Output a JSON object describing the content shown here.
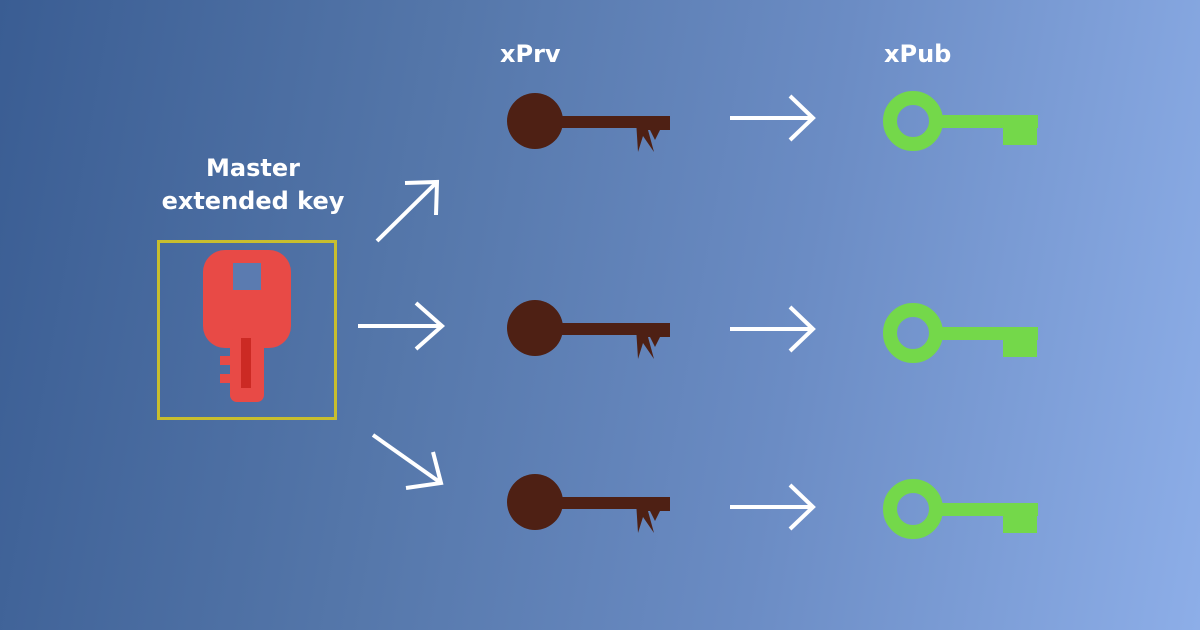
{
  "master": {
    "line1": "Master",
    "line2": "extended key"
  },
  "columns": {
    "xprv": "xPrv",
    "xpub": "xPub"
  },
  "colors": {
    "master_key": "#e84a46",
    "master_key_accent": "#cc2a24",
    "private_key": "#4e2014",
    "public_key": "#74d84a",
    "box_border": "#c8be2e",
    "arrow": "#ffffff"
  },
  "icons": {
    "master": "master-key-icon",
    "private": "private-key-icon",
    "public": "public-key-icon",
    "arrow": "arrow-icon"
  }
}
